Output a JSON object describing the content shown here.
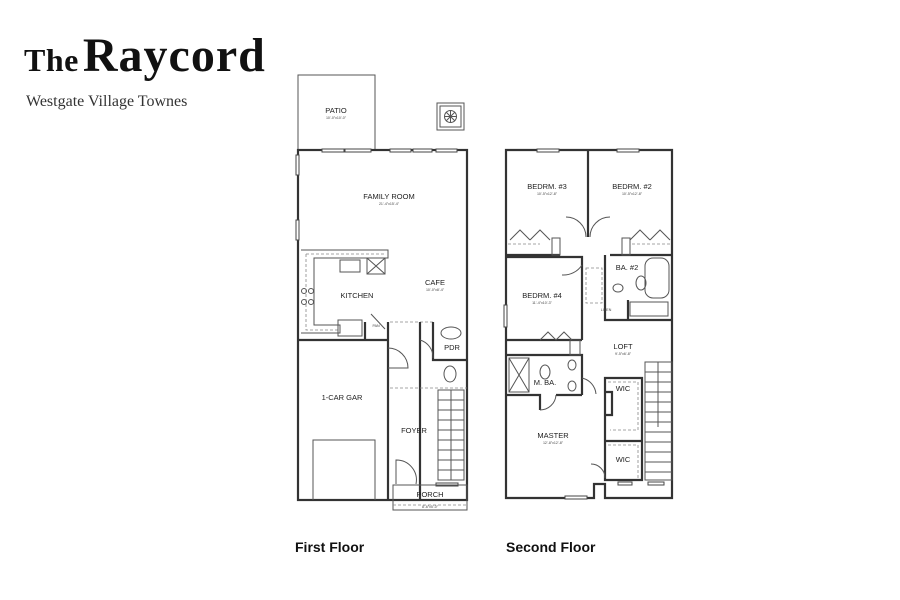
{
  "header": {
    "title_prefix": "The",
    "title_name": "Raycord",
    "subtitle": "Westgate Village Townes"
  },
  "first_floor": {
    "label": "First Floor",
    "rooms": {
      "patio": {
        "name": "PATIO",
        "dim": "10'-0\"x10'-0\""
      },
      "family_room": {
        "name": "FAMILY ROOM",
        "dim": "21'-4\"x15'-4\""
      },
      "kitchen": {
        "name": "KITCHEN"
      },
      "cafe": {
        "name": "CAFE",
        "dim": "10'-0\"x8'-4\""
      },
      "pantry": {
        "name": "PAN"
      },
      "pdr": {
        "name": "PDR"
      },
      "garage": {
        "name": "1-CAR GAR"
      },
      "foyer": {
        "name": "FOYER"
      },
      "porch": {
        "name": "PORCH",
        "dim": "8'-6\"x5'-0\""
      }
    }
  },
  "second_floor": {
    "label": "Second Floor",
    "rooms": {
      "bedrm3": {
        "name": "BEDRM. #3",
        "dim": "10'-5\"x12'-8\""
      },
      "bedrm2": {
        "name": "BEDRM. #2",
        "dim": "10'-5\"x12'-8\""
      },
      "bedrm4": {
        "name": "BEDRM. #4",
        "dim": "11'-4\"x10'-3\""
      },
      "bath2": {
        "name": "BA. #2"
      },
      "linen": {
        "name": "LINEN"
      },
      "loft": {
        "name": "LOFT",
        "dim": "9'-5\"x6'-8\""
      },
      "mba": {
        "name": "M. BA."
      },
      "master": {
        "name": "MASTER",
        "dim": "12'-8\"x12'-8\""
      },
      "wic1": {
        "name": "WIC"
      },
      "wic2": {
        "name": "WIC"
      }
    }
  }
}
